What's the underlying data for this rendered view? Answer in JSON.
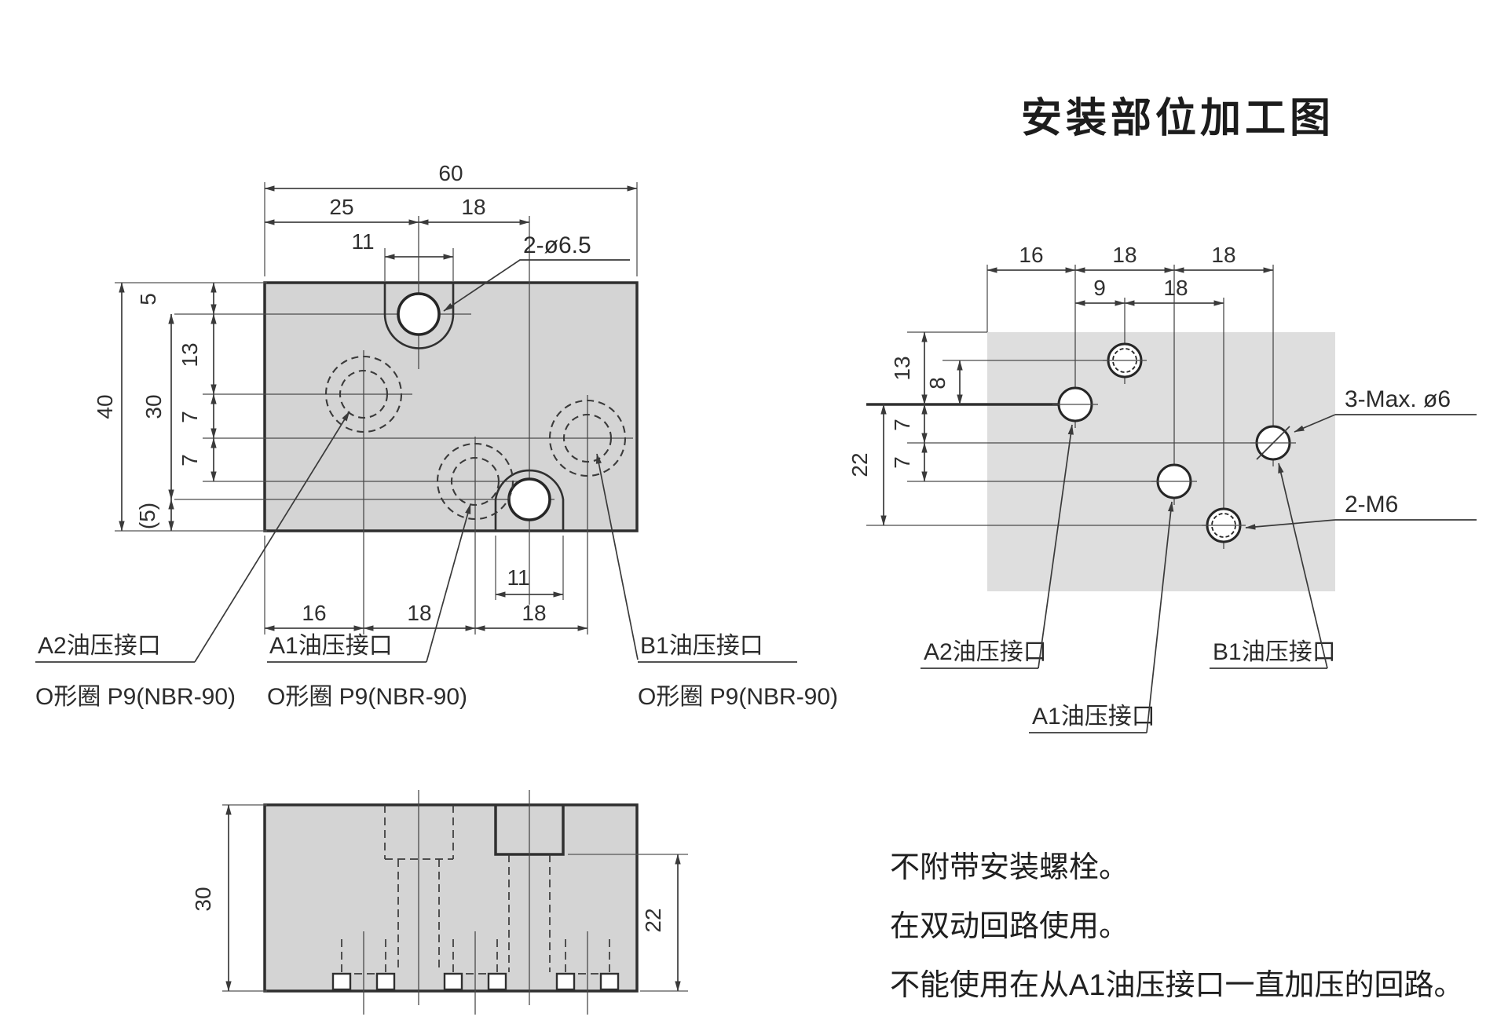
{
  "title": "安装部位加工图",
  "plan": {
    "dim_60": "60",
    "dim_25": "25",
    "dim_18_top": "18",
    "dim_11_top": "11",
    "hole_callout": "2-ø6.5",
    "dim_40": "40",
    "dim_30": "30",
    "dim_5": "5",
    "dim_13": "13",
    "dim_7a": "7",
    "dim_7b": "7",
    "dim_5p": "(5)",
    "dim_16_bot": "16",
    "dim_18_bot1": "18",
    "dim_11_bot": "11",
    "dim_18_bot2": "18",
    "label_a2": "A2油压接口",
    "label_a1": "A1油压接口",
    "label_b1": "B1油压接口",
    "oring_a2": "O形圈 P9(NBR-90)",
    "oring_a1": "O形圈 P9(NBR-90)",
    "oring_b1": "O形圈 P9(NBR-90)"
  },
  "side": {
    "dim_30": "30",
    "dim_22": "22"
  },
  "machining": {
    "dim_16": "16",
    "dim_18a": "18",
    "dim_18b": "18",
    "dim_9": "9",
    "dim_18c": "18",
    "dim_13": "13",
    "dim_8": "8",
    "dim_22": "22",
    "dim_7a": "7",
    "dim_7b": "7",
    "callout_max": "3-Max. ø6",
    "callout_m6": "2-M6",
    "label_a2": "A2油压接口",
    "label_a1": "A1油压接口",
    "label_b1": "B1油压接口"
  },
  "notes": {
    "line1": "不附带安装螺栓。",
    "line2": "在双动回路使用。",
    "line3": "不能使用在从A1油压接口一直加压的回路。"
  },
  "colors": {
    "block_fill": "#d4d4d4",
    "surface_fill": "#dedede",
    "line": "#3a3a3a"
  }
}
